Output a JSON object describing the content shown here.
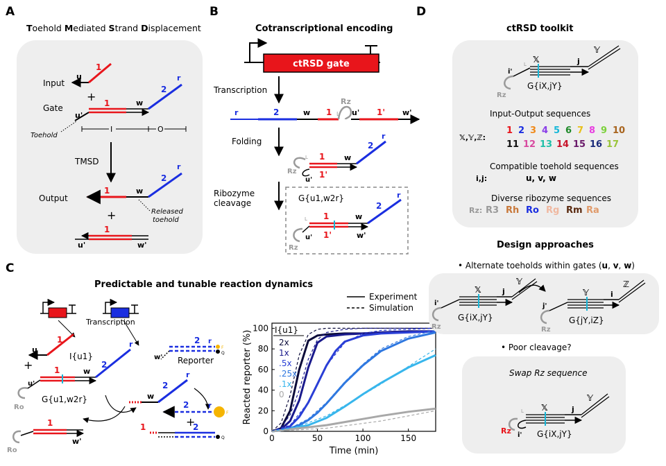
{
  "panelA": {
    "letter": "A",
    "title_parts": [
      {
        "b": "T",
        "r": "oehold "
      },
      {
        "b": "M",
        "r": "ediated "
      },
      {
        "b": "S",
        "r": "trand "
      },
      {
        "b": "D",
        "r": "isplacement"
      }
    ],
    "input_label": "Input",
    "gate_label": "Gate",
    "plus": "+",
    "toehold_label": "Toehold",
    "region_I": "I",
    "region_O": "O",
    "tmsd_label": "TMSD",
    "output_label": "Output",
    "released_line1": "Released",
    "released_line2": "toehold",
    "seg_u": "u",
    "seg_1": "1",
    "seg_2": "2",
    "seg_r": "r",
    "seg_w": "w",
    "seg_uprime": "u'",
    "seg_wprime": "w'"
  },
  "panelB": {
    "letter": "B",
    "title": "Cotranscriptional encoding",
    "gene_label": "ctRSD gate",
    "transcription_label": "Transcription",
    "folding_label": "Folding",
    "ribozyme_line1": "Ribozyme",
    "ribozyme_line2": "cleavage",
    "gate_name": "G{u1,w2r}",
    "rz_label": "Rz",
    "L_label": "L",
    "strand_labels": [
      "r",
      "2",
      "w",
      "1",
      "L",
      "u'",
      "1'",
      "w'"
    ]
  },
  "panelC": {
    "letter": "C",
    "title": "Predictable and tunable reaction dynamics",
    "transcription_label": "Transcription",
    "input_name": "I{u1}",
    "gate_name": "G{u1,w2r}",
    "reporter_label": "Reporter",
    "ro_label": "Ro",
    "F_label": "F",
    "Q_label": "Q"
  },
  "chart_data": {
    "type": "line",
    "xlabel": "Time (min)",
    "ylabel": "Reacted reporter (%)",
    "xlim": [
      0,
      180
    ],
    "ylim": [
      0,
      105
    ],
    "xticks": [
      0,
      50,
      100,
      150
    ],
    "yticks": [
      0,
      20,
      40,
      60,
      80,
      100
    ],
    "legend_title": "I{u1}",
    "legend_styles": [
      {
        "label": "Experiment",
        "style": "solid"
      },
      {
        "label": "Simulation",
        "style": "dashed"
      }
    ],
    "series": [
      {
        "name": "2x",
        "color": "#0b0b3a",
        "x": [
          0,
          10,
          20,
          30,
          40,
          50,
          60,
          80,
          100,
          120,
          150,
          180
        ],
        "y": [
          0,
          3,
          20,
          60,
          88,
          93,
          94,
          95,
          95,
          96,
          97,
          97
        ]
      },
      {
        "name": "1x",
        "color": "#1a1a8c",
        "x": [
          0,
          10,
          20,
          30,
          40,
          50,
          60,
          80,
          100,
          120,
          150,
          180
        ],
        "y": [
          0,
          2,
          10,
          30,
          62,
          86,
          92,
          94,
          95,
          96,
          97,
          97
        ]
      },
      {
        "name": ".5x",
        "color": "#2a3fd6",
        "x": [
          0,
          10,
          20,
          30,
          40,
          50,
          60,
          70,
          80,
          100,
          120,
          150,
          180
        ],
        "y": [
          0,
          1,
          5,
          14,
          28,
          46,
          64,
          78,
          87,
          93,
          95,
          96,
          97
        ]
      },
      {
        "name": ".25x",
        "color": "#2f78e0",
        "x": [
          0,
          10,
          20,
          30,
          40,
          50,
          60,
          80,
          100,
          120,
          150,
          180
        ],
        "y": [
          0,
          1,
          3,
          6,
          11,
          18,
          27,
          47,
          64,
          78,
          90,
          96
        ]
      },
      {
        "name": ".1x",
        "color": "#38b6ec",
        "x": [
          0,
          20,
          40,
          60,
          80,
          100,
          120,
          150,
          180
        ],
        "y": [
          0,
          2,
          6,
          13,
          24,
          36,
          47,
          62,
          74
        ]
      },
      {
        "name": "0",
        "color": "#a8a8a8",
        "x": [
          0,
          20,
          40,
          60,
          80,
          100,
          120,
          150,
          180
        ],
        "y": [
          0,
          2,
          4,
          6,
          9,
          12,
          15,
          19,
          22
        ]
      }
    ],
    "simulations": [
      {
        "name": "2x",
        "x": [
          0,
          10,
          20,
          30,
          40,
          50,
          60,
          80,
          100,
          150,
          180
        ],
        "y": [
          0,
          8,
          35,
          74,
          94,
          99,
          100,
          100,
          100,
          100,
          100
        ]
      },
      {
        "name": "1x",
        "x": [
          0,
          10,
          20,
          30,
          40,
          50,
          60,
          80,
          100,
          150,
          180
        ],
        "y": [
          0,
          4,
          16,
          40,
          70,
          89,
          96,
          99,
          100,
          100,
          100
        ]
      },
      {
        "name": ".5x",
        "x": [
          0,
          20,
          40,
          60,
          80,
          100,
          120,
          150,
          180
        ],
        "y": [
          0,
          6,
          28,
          64,
          86,
          95,
          98,
          99,
          100
        ]
      },
      {
        "name": ".25x",
        "x": [
          0,
          20,
          40,
          60,
          80,
          100,
          120,
          150,
          180
        ],
        "y": [
          0,
          3,
          12,
          28,
          48,
          65,
          80,
          92,
          98
        ]
      },
      {
        "name": ".1x",
        "x": [
          0,
          30,
          60,
          90,
          120,
          150,
          180
        ],
        "y": [
          0,
          5,
          15,
          30,
          46,
          63,
          80
        ]
      },
      {
        "name": "0",
        "x": [
          0,
          60,
          120,
          180
        ],
        "y": [
          0,
          3,
          10,
          20
        ]
      }
    ]
  },
  "panelD": {
    "letter": "D",
    "title": "ctRSD toolkit",
    "gate_name": "G{iX,jY}",
    "io_title": "Input-Output sequences",
    "xyz_label": "𝕏,𝕐,ℤ:",
    "numbers_row1": [
      {
        "t": "1",
        "c": "#e8151b"
      },
      {
        "t": "2",
        "c": "#1a2ee0"
      },
      {
        "t": "3",
        "c": "#f08a1a"
      },
      {
        "t": "4",
        "c": "#8a3ee8"
      },
      {
        "t": "5",
        "c": "#16b7d8"
      },
      {
        "t": "6",
        "c": "#1f8a2a"
      },
      {
        "t": "7",
        "c": "#e8c01a"
      },
      {
        "t": "8",
        "c": "#e83ee0"
      },
      {
        "t": "9",
        "c": "#7bd13a"
      },
      {
        "t": "10",
        "c": "#a8641e"
      }
    ],
    "numbers_row2": [
      {
        "t": "11",
        "c": "#111111"
      },
      {
        "t": "12",
        "c": "#d84aa0"
      },
      {
        "t": "13",
        "c": "#1fbfa8"
      },
      {
        "t": "14",
        "c": "#c8132a"
      },
      {
        "t": "15",
        "c": "#6a1a6a"
      },
      {
        "t": "16",
        "c": "#1a2a7a"
      },
      {
        "t": "17",
        "c": "#9ac43a"
      }
    ],
    "toehold_title": "Compatible toehold sequences",
    "ij_label": "i,j:",
    "toehold_values": "u, v, w",
    "ribo_title": "Diverse ribozyme sequences",
    "rz_label": "Rz:",
    "ribozymes": [
      {
        "t": "R3",
        "c": "#9a9a9a"
      },
      {
        "t": "Rh",
        "c": "#c8783a"
      },
      {
        "t": "Ro",
        "c": "#1a2ee0"
      },
      {
        "t": "Rg",
        "c": "#f0b8a0"
      },
      {
        "t": "Rm",
        "c": "#5a2a10"
      },
      {
        "t": "Ra",
        "c": "#e09a6a"
      }
    ],
    "design_title": "Design approaches",
    "alternate_text": "• Alternate toeholds within gates (",
    "alternate_bold": "u",
    "alternate_mid1": ", ",
    "alternate_bold2": "v",
    "alternate_mid2": ", ",
    "alternate_bold3": "w",
    "alternate_end": ")",
    "gate_a": "G{iX,jY}",
    "gate_b": "G{jY,iZ}",
    "poor_cleavage": "• Poor cleavage?",
    "swap_text": "Swap Rz sequence",
    "seg_X": "𝕏",
    "seg_Y": "𝕐",
    "seg_Z": "ℤ",
    "seg_i": "i",
    "seg_j": "j",
    "seg_iprime": "i'",
    "seg_jprime": "j'",
    "rz": "Rz",
    "L": "L"
  }
}
